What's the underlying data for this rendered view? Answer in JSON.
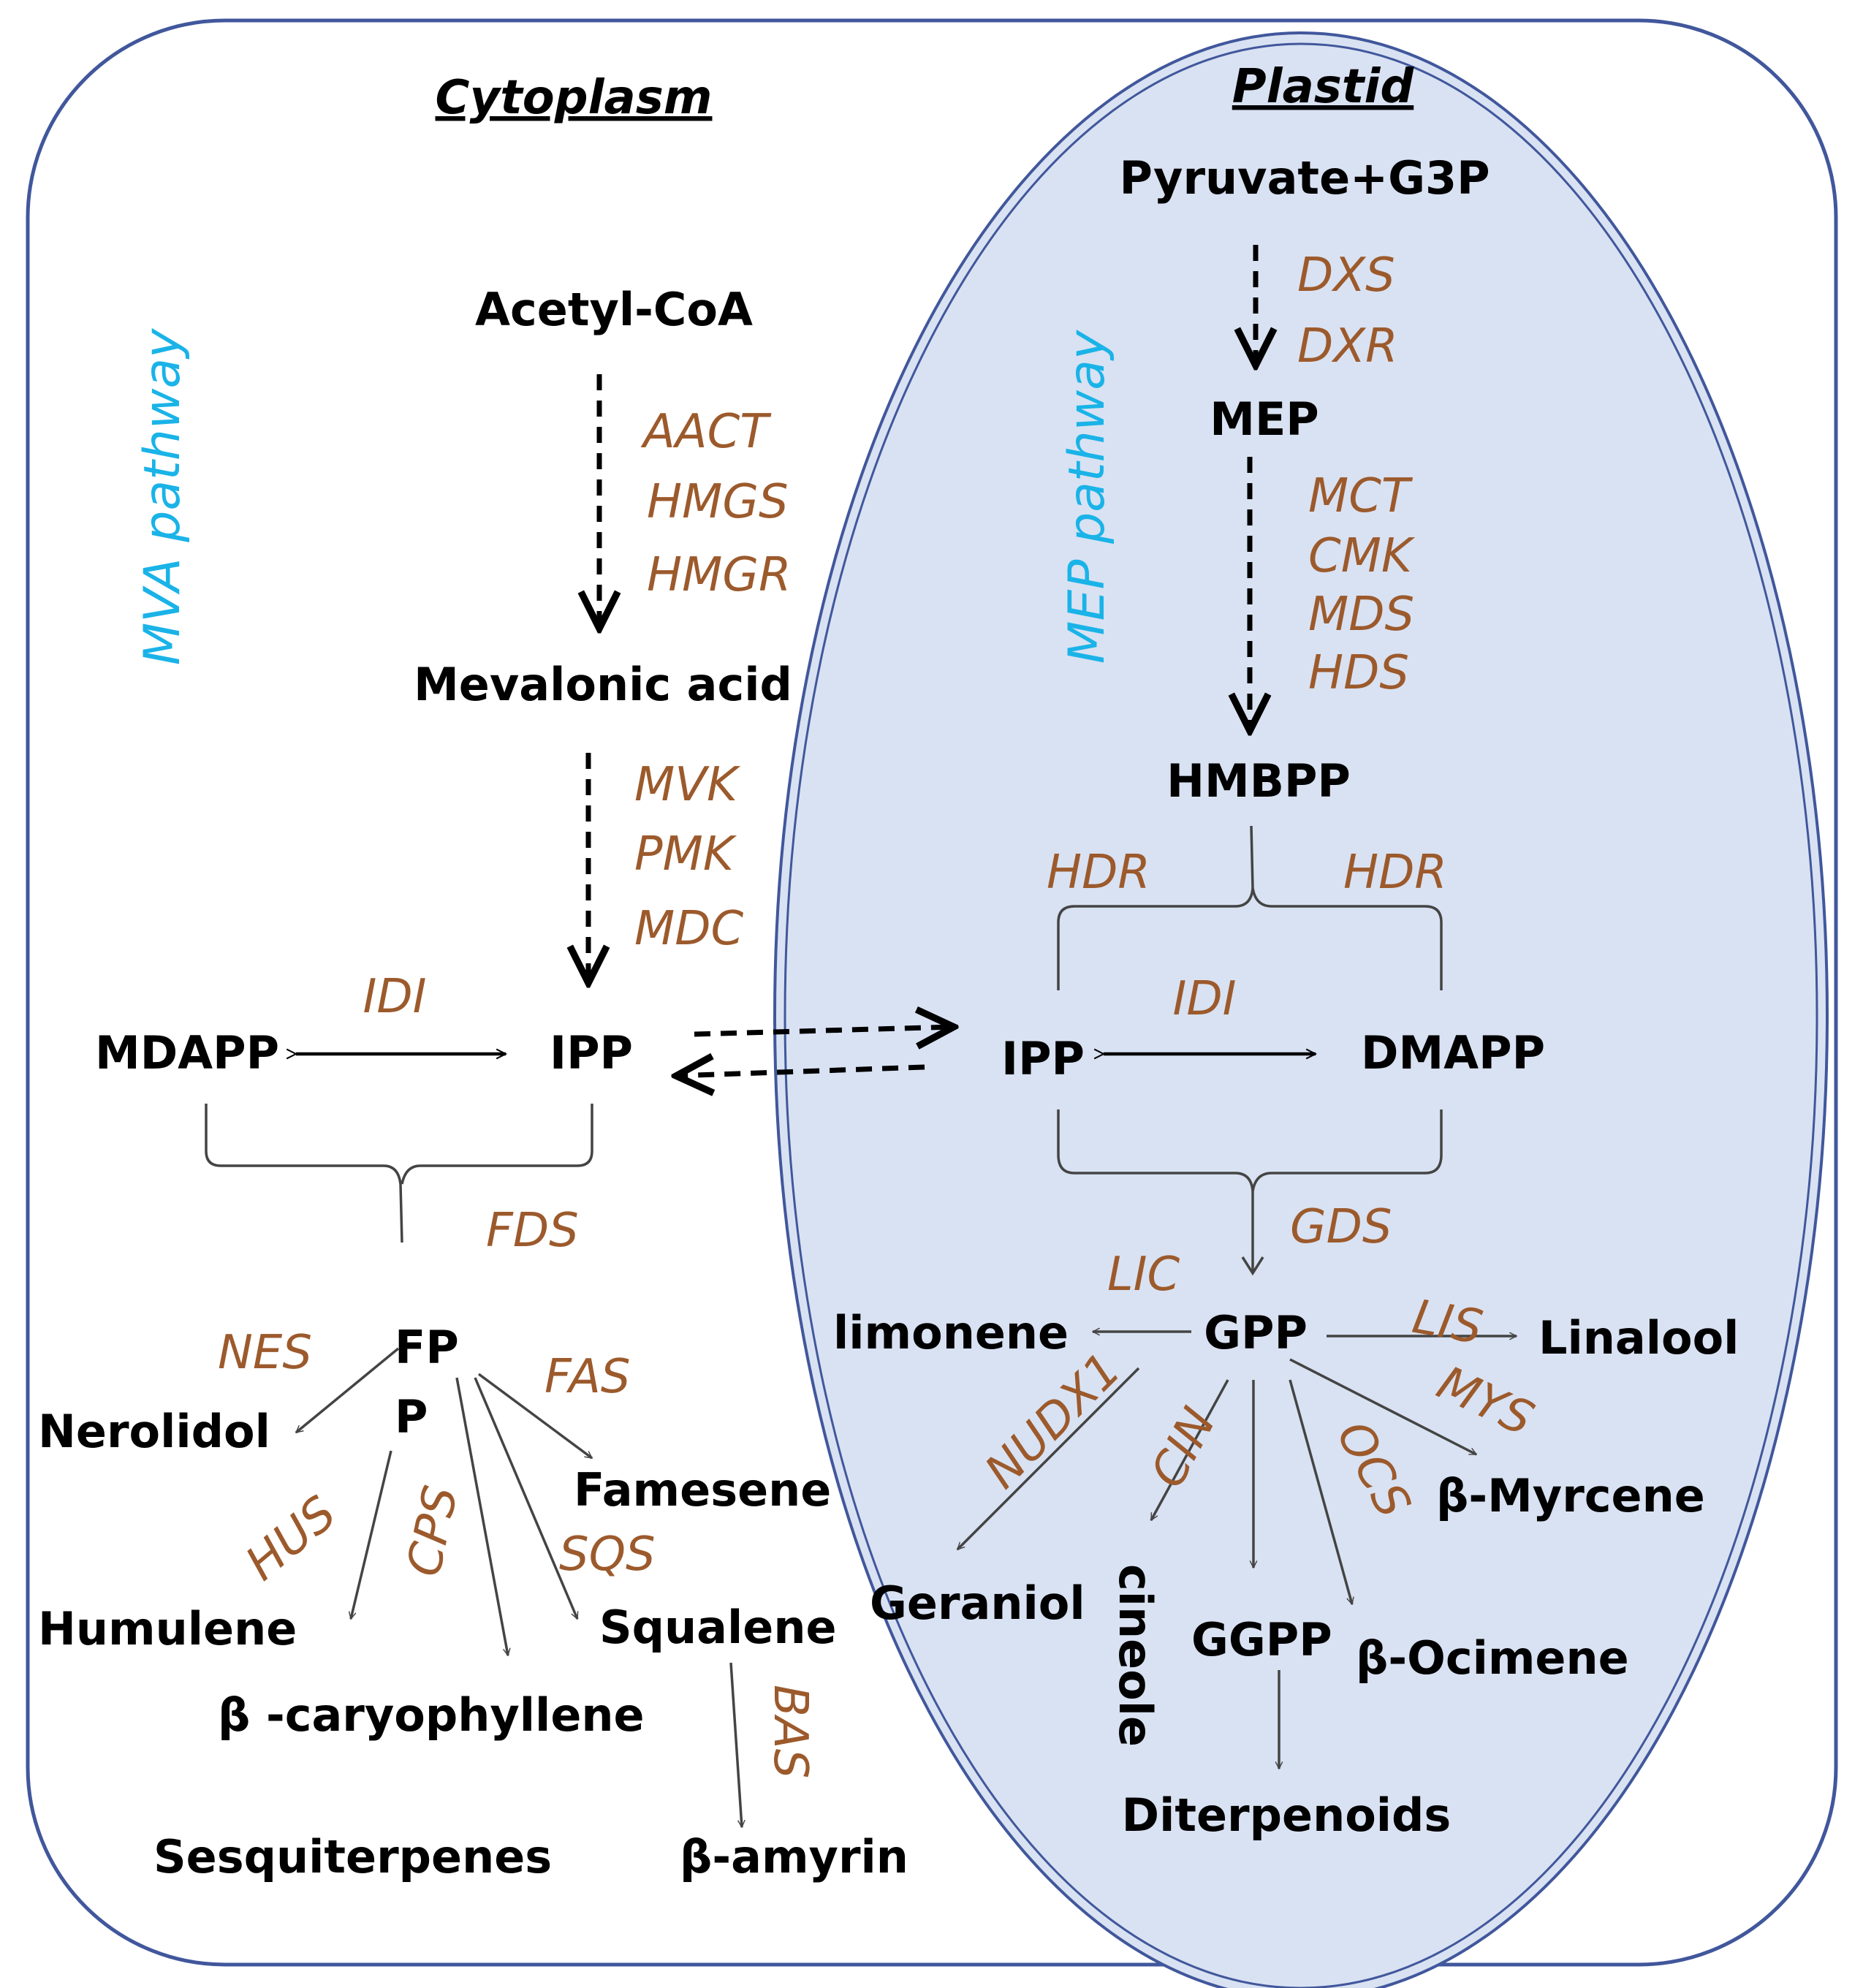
{
  "colors": {
    "enzyme": "#9c5a2c",
    "pathway": "#1ab3e8",
    "outline": "#41579c",
    "plastid_fill": "#d9e2f2"
  },
  "compartments": {
    "cytoplasm": "Cytoplasm",
    "plastid": "Plastid"
  },
  "pathways": {
    "mva": "MVA pathway",
    "mep": "MEP pathway"
  },
  "metabolites": {
    "acetyl_coa": "Acetyl-CoA",
    "mevalonic_acid": "Mevalonic acid",
    "mdapp": "MDAPP",
    "ipp_cyto": "IPP",
    "fpp_1": "FP",
    "fpp_2": "P",
    "nerolidol": "Nerolidol",
    "famesene": "Famesene",
    "humulene": "Humulene",
    "squalene": "Squalene",
    "caryophyllene": "β -caryophyllene",
    "sesquiterpenes": "Sesquiterpenes",
    "amyrin": "β-amyrin",
    "pyruvate_g3p": "Pyruvate+G3P",
    "mep": "MEP",
    "hmbpp": "HMBPP",
    "ipp_plastid": "IPP",
    "dmapp": "DMAPP",
    "gpp": "GPP",
    "limonene": "limonene",
    "linalool": "Linalool",
    "myrcene": "β-Myrcene",
    "geraniol": "Geraniol",
    "cineole": "cineole",
    "ggpp": "GGPP",
    "ocimene": "β-Ocimene",
    "diterpenoids": "Diterpenoids"
  },
  "enzymes": {
    "aact": "AACT",
    "hmgs": "HMGS",
    "hmgr": "HMGR",
    "mvk": "MVK",
    "pmk": "PMK",
    "mdc": "MDC",
    "idi_cyto": "IDI",
    "fds": "FDS",
    "nes": "NES",
    "fas": "FAS",
    "hus": "HUS",
    "cps": "CPS",
    "sqs": "SQS",
    "bas": "BAS",
    "dxs": "DXS",
    "dxr": "DXR",
    "mct": "MCT",
    "cmk": "CMK",
    "mds": "MDS",
    "hds": "HDS",
    "hdr_left": "HDR",
    "hdr_right": "HDR",
    "idi_plastid": "IDI",
    "gds": "GDS",
    "lic": "LIC",
    "lis": "LIS",
    "mys": "MYS",
    "nudx1": "NUDX1",
    "cin": "CIN",
    "ocs": "OCS"
  }
}
